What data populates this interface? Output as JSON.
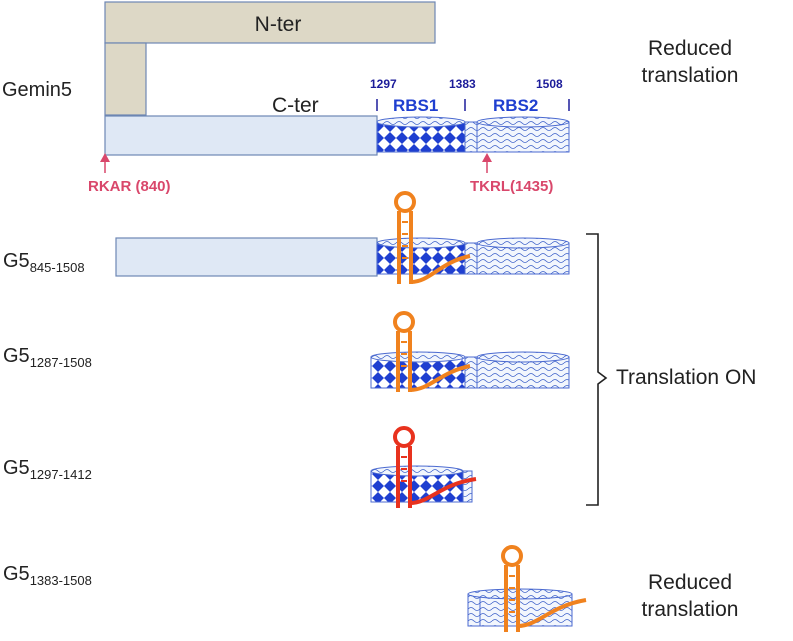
{
  "protein": {
    "name": "Gemin5",
    "n_ter_label": "N-ter",
    "c_ter_label": "C-ter",
    "rbs1_label": "RBS1",
    "rbs2_label": "RBS2",
    "positions": {
      "p1297": "1297",
      "p1383": "1383",
      "p1508": "1508"
    },
    "cleavage_sites": {
      "rkar": "RKAR (840)",
      "tkrl": "TKRL(1435)"
    },
    "status": [
      "Reduced",
      "translation"
    ]
  },
  "constructs": [
    {
      "base": "G5",
      "range": "845-1508"
    },
    {
      "base": "G5",
      "range": "1287-1508"
    },
    {
      "base": "G5",
      "range": "1297-1412"
    },
    {
      "base": "G5",
      "range": "1383-1508"
    }
  ],
  "outcomes": {
    "group_label": "Translation ON",
    "last": [
      "Reduced",
      "translation"
    ]
  },
  "colors": {
    "n_ter_fill": "#ddd8c6",
    "c_ter_fill": "#dfe8f5",
    "blue": "#1f3fd0",
    "numbers": "#1c1c9a",
    "cleavage": "#d9476b",
    "rna_orange": "#f0821e",
    "rna_red": "#e8321e"
  }
}
